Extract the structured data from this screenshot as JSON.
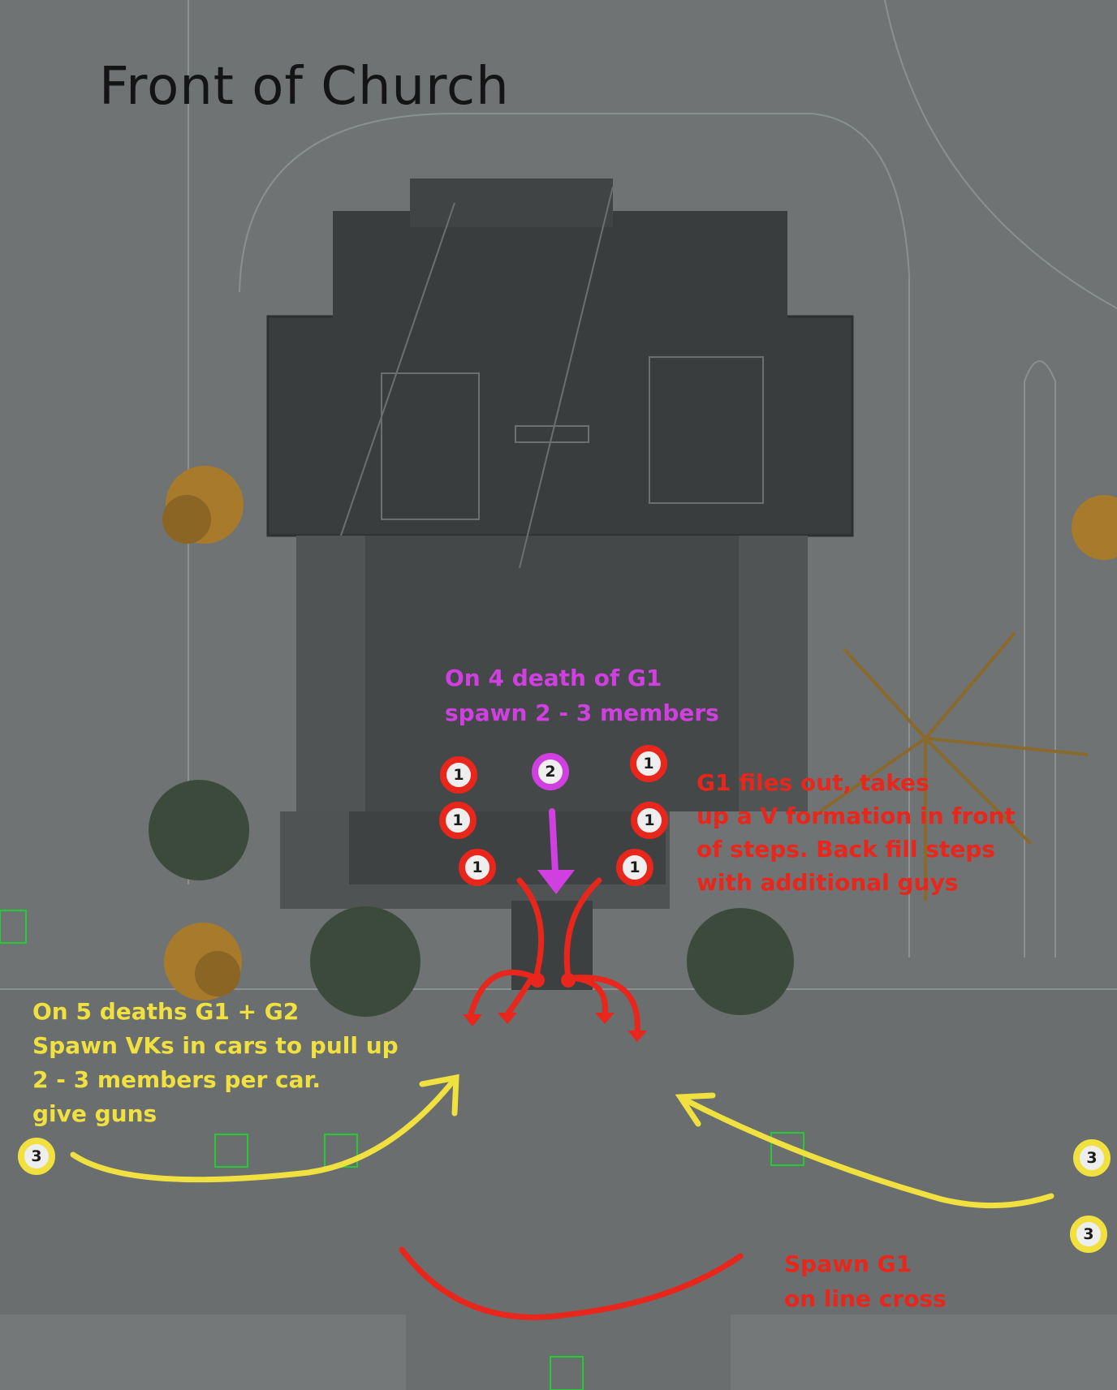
{
  "title": "Front of Church",
  "colors": {
    "background": "#6f7373",
    "building": "#3b3e3e",
    "group1": "#e8261c",
    "group2": "#d040e0",
    "group3": "#f0e040",
    "trigger_box": "#22cc33"
  },
  "annotations": {
    "magenta_note": "On 4 death of G1\nspawn 2 - 3 members",
    "red_note_v_formation": "G1 files out, takes\nup a V formation in front\nof steps. Back fill steps\nwith additional guys",
    "yellow_note": "On 5 deaths G1 + G2\nSpawn VKs in cars to pull up\n2 - 3 members per car.\ngive guns",
    "red_note_line": "Spawn G1\non line cross"
  },
  "markers": {
    "group1": "1",
    "group2": "2",
    "group3": "3"
  }
}
